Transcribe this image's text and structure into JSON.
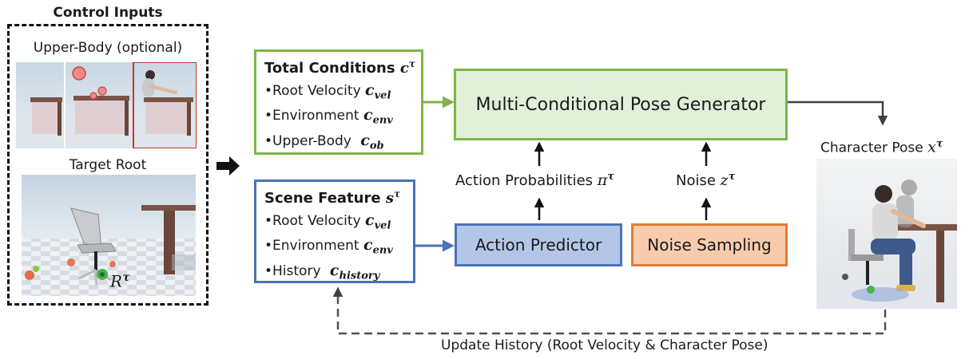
{
  "control_inputs": {
    "title": "Control Inputs",
    "upper_body_label": "Upper-Body (optional)",
    "target_root_label": "Target Root",
    "target_root_symbol": "R",
    "target_root_superscript": "τ"
  },
  "total_conditions": {
    "title": "Total Conditions",
    "symbol": "c",
    "superscript": "τ",
    "items": [
      {
        "label": "•Root Velocity",
        "symbol": "c",
        "subscript": "vel"
      },
      {
        "label": "•Environment",
        "symbol": "c",
        "subscript": "env"
      },
      {
        "label": "•Upper-Body",
        "symbol": "c",
        "subscript": "ob"
      }
    ]
  },
  "scene_feature": {
    "title": "Scene Feature",
    "symbol": "s",
    "superscript": "τ",
    "items": [
      {
        "label": "•Root Velocity",
        "symbol": "c",
        "subscript": "vel"
      },
      {
        "label": "•Environment",
        "symbol": "c",
        "subscript": "env"
      },
      {
        "label": "•History",
        "symbol": "c",
        "subscript": "history"
      }
    ]
  },
  "generator": {
    "label": "Multi-Conditional Pose Generator"
  },
  "action_predictor": {
    "label": "Action Predictor"
  },
  "noise_sampling": {
    "label": "Noise Sampling"
  },
  "action_probabilities": {
    "label": "Action Probabilities",
    "symbol": "π",
    "superscript": "τ"
  },
  "noise": {
    "label": "Noise",
    "symbol": "z",
    "superscript": "τ"
  },
  "character_pose": {
    "label": "Character Pose",
    "symbol": "x",
    "superscript": "τ"
  },
  "update_history": {
    "label": "Update History (Root Velocity & Character Pose)"
  },
  "colors": {
    "green_border": "#7ab648",
    "green_fill": "#e2efd9",
    "blue_border": "#4a72b8",
    "blue_fill": "#b4c6e7",
    "orange_border": "#e07b39",
    "orange_fill": "#f8cbad",
    "arrow": "#3a3a3a"
  }
}
